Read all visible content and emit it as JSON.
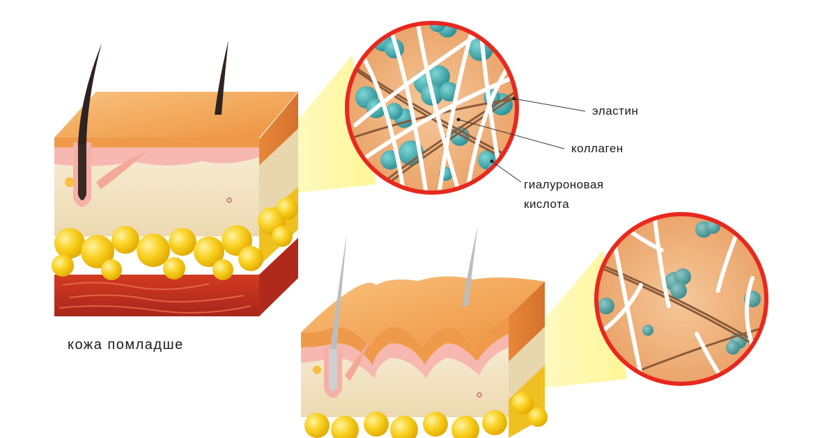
{
  "labels": {
    "elastin": "эластин",
    "collagen": "коллаген",
    "hyaluronic_line1": "гиалуроновая",
    "hyaluronic_line2": "кислота",
    "young_skin_caption": "кожа помладше"
  },
  "colors": {
    "epidermis": "#f2a25a",
    "dermis": "#f3e3c0",
    "fat": "#f7c41c",
    "muscle": "#c8321f",
    "zoom_ring": "#e8281e",
    "zoom_bg": "#f0b884",
    "hyaluronic": "#3aa6a8",
    "elastin_fiber": "#ffffff",
    "collagen_fiber": "#8a5a3a",
    "callout_cone": "#fffaa0"
  },
  "icons": {
    "young_block": "skin-cross-section",
    "old_block": "aged-skin-cross-section",
    "zoom_young": "magnified-dermis",
    "zoom_old": "magnified-dermis-aged"
  }
}
